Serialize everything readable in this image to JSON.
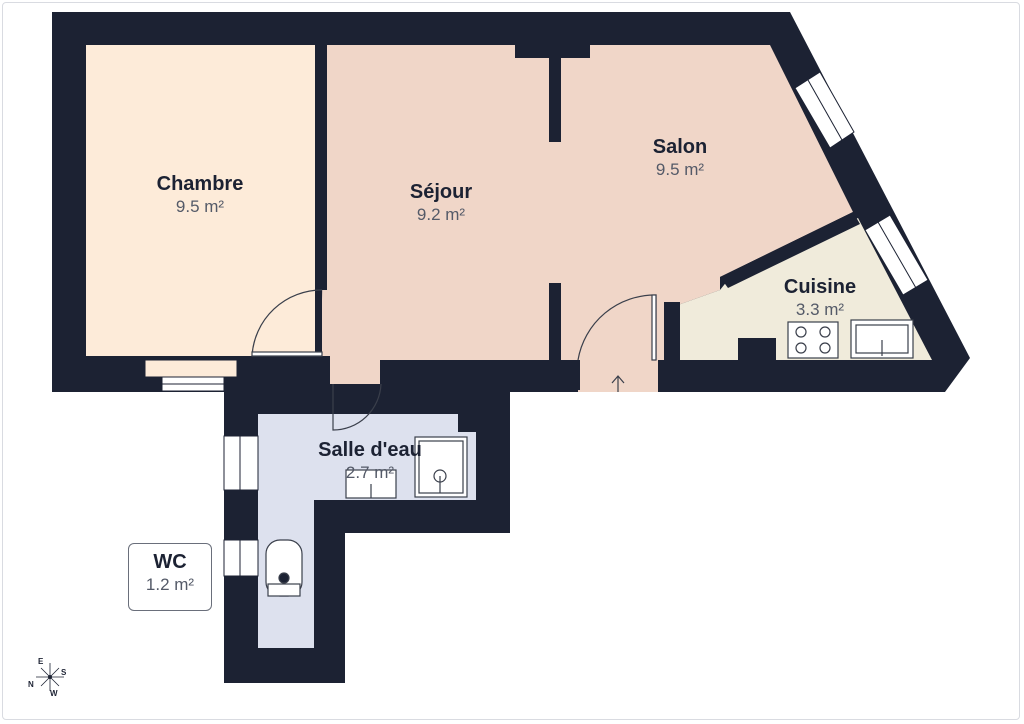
{
  "rooms": [
    {
      "id": "chambre",
      "name": "Chambre",
      "area": "9.5 m²",
      "color": "#fdebd9"
    },
    {
      "id": "sejour",
      "name": "Séjour",
      "area": "9.2 m²",
      "color": "#f0d6c8"
    },
    {
      "id": "salon",
      "name": "Salon",
      "area": "9.5 m²",
      "color": "#f0d6c8"
    },
    {
      "id": "cuisine",
      "name": "Cuisine",
      "area": "3.3 m²",
      "color": "#f0ebdb"
    },
    {
      "id": "salle-deau",
      "name": "Salle d'eau",
      "area": "2.7 m²",
      "color": "#dde1ee"
    },
    {
      "id": "wc",
      "name": "WC",
      "area": "1.2 m²",
      "color": "#dde1ee"
    }
  ],
  "compass": {
    "north": "N",
    "east": "E",
    "south": "S",
    "west": "W"
  },
  "colors": {
    "wall": "#1c2233",
    "window": "#ffffff",
    "fixture_stroke": "#3a3f4b",
    "border": "#d9dbe1"
  }
}
